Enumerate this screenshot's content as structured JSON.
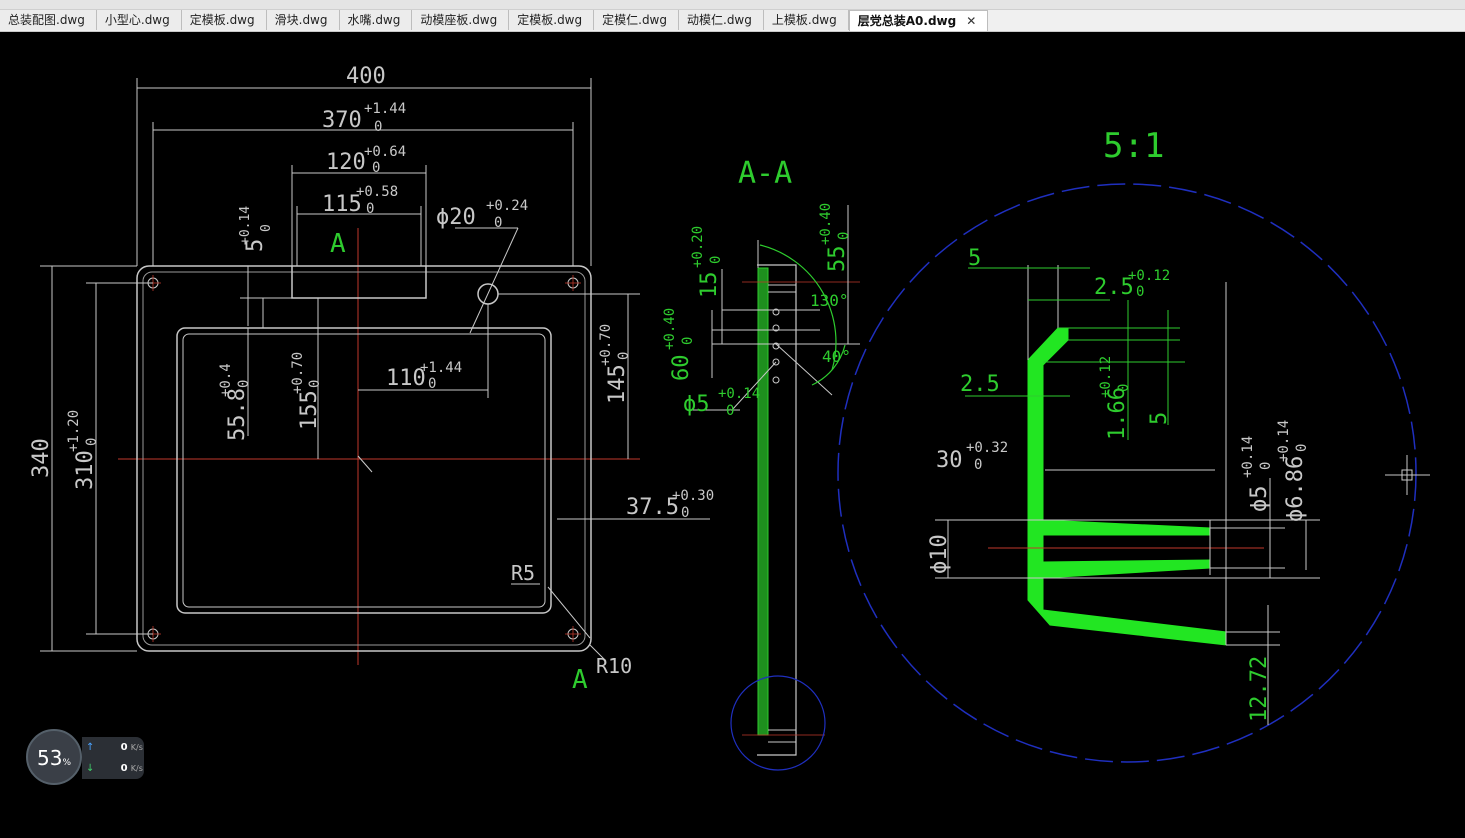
{
  "tabs": [
    {
      "label": "总装配图.dwg"
    },
    {
      "label": "小型心.dwg"
    },
    {
      "label": "定模板.dwg"
    },
    {
      "label": "滑块.dwg"
    },
    {
      "label": "水嘴.dwg"
    },
    {
      "label": "动模座板.dwg"
    },
    {
      "label": "定模板.dwg"
    },
    {
      "label": "定模仁.dwg"
    },
    {
      "label": "动模仁.dwg"
    },
    {
      "label": "上模板.dwg"
    },
    {
      "label": "层党总装A0.dwg",
      "active": true
    }
  ],
  "close_glyph": "✕",
  "drawing": {
    "dims": {
      "d400": "400",
      "d370": "370",
      "d370_tol": "+1.44",
      "d370_low": "0",
      "d120": "120",
      "d120_tol": "+0.64",
      "d120_low": "0",
      "d115": "115",
      "d115_tol": "+0.58",
      "d115_low": "0",
      "dphi20": "ϕ20",
      "dphi20_tol": "+0.24",
      "dphi20_low": "0",
      "d5": "5",
      "d5_tol": "+0.14",
      "d5_low": "0",
      "d340": "340",
      "d310": "310",
      "d310_tol": "+1.20",
      "d310_low": "0",
      "d55_8": "55.8",
      "d55_8_tol": "+0.4",
      "d55_8_low": "0",
      "d155": "155",
      "d155_tol": "+0.70",
      "d155_low": "0",
      "d110": "110",
      "d110_tol": "+1.44",
      "d110_low": "0",
      "d145": "145",
      "d145_tol": "+0.70",
      "d145_low": "0",
      "d37_5": "37.5",
      "d37_5_tol": "+0.30",
      "d37_5_low": "0",
      "r5": "R5",
      "r10": "R10",
      "sec_a_top": "A",
      "sec_a_bottom": "A"
    },
    "section": {
      "title": "A-A",
      "d15": "15",
      "d15_tol": "+0.20",
      "d15_low": "0",
      "d60": "60",
      "d60_tol": "+0.40",
      "d60_low": "0",
      "dphi5": "ϕ5",
      "dphi5_tol": "+0.14",
      "dphi5_low": "0",
      "d55": "55",
      "d55_tol": "+0.40",
      "d55_low": "0",
      "ang130": "130°",
      "ang40": "40°"
    },
    "detail": {
      "scale": "5:1",
      "d5": "5",
      "d2_5a": "2.5",
      "d2_5a_tol": "+0.12",
      "d2_5a_low": "0",
      "d2_5b": "2.5",
      "d1_66": "1.66",
      "d1_66_tol": "+0.12",
      "d1_66_low": "0",
      "d5v": "5",
      "d30": "30",
      "d30_tol": "+0.32",
      "d30_low": "0",
      "dphi5": "ϕ5",
      "dphi5_tol": "+0.14",
      "dphi5_low": "0",
      "dphi6_86": "ϕ6.86",
      "dphi6_86_tol": "+0.14",
      "dphi6_86_low": "0",
      "dphi10": "ϕ10",
      "d12_72": "12.72"
    }
  },
  "net_widget": {
    "percent": "53",
    "percent_sign": "%",
    "up_arrow": "↑",
    "down_arrow": "↓",
    "up_value": "0",
    "down_value": "0",
    "unit": "K/s"
  },
  "colors": {
    "background": "#000000",
    "geometry": "#c8c8c8",
    "dimension": "#2ecc2e",
    "centerline": "#c0392b",
    "detail_circle": "#1f2fbf",
    "fill_green": "#22e622"
  }
}
